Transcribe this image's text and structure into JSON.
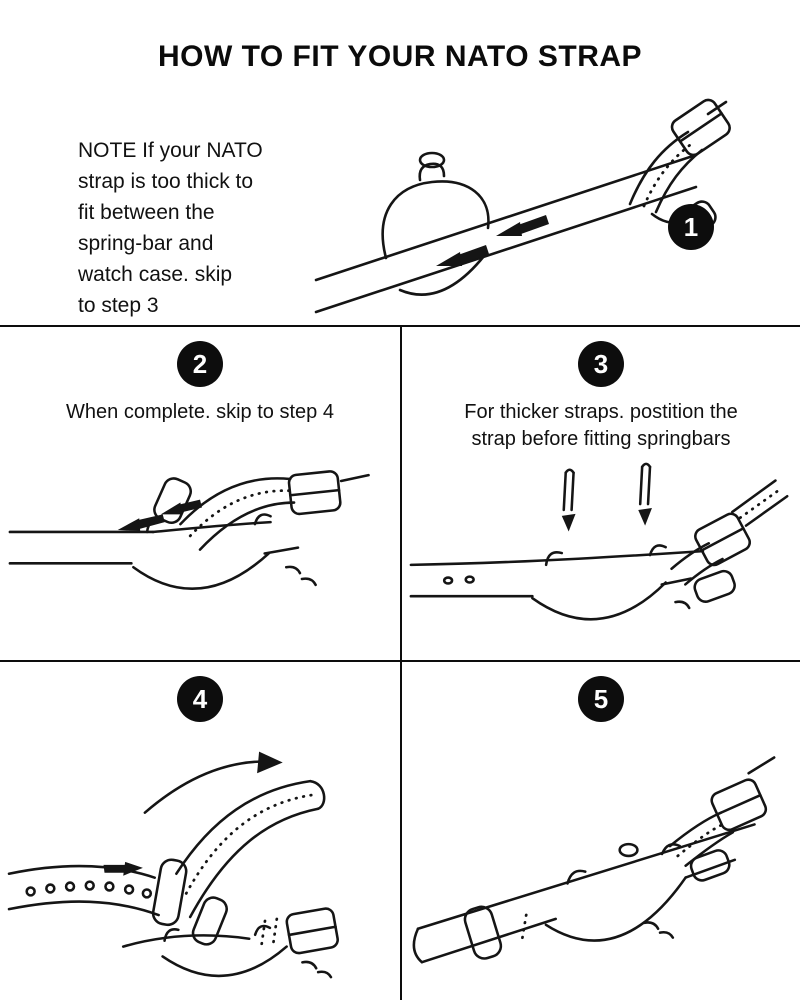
{
  "title": "HOW TO FIT YOUR NATO STRAP",
  "note": "NOTE If your NATO\nstrap is too thick to\nfit between the\nspring-bar and\nwatch case. skip\nto step 3",
  "steps": [
    {
      "number": "1",
      "caption": ""
    },
    {
      "number": "2",
      "caption": "When complete. skip to step 4"
    },
    {
      "number": "3",
      "caption": "For thicker straps. postition the\nstrap before fitting springbars"
    },
    {
      "number": "4",
      "caption": ""
    },
    {
      "number": "5",
      "caption": ""
    }
  ],
  "colors": {
    "ink": "#111111",
    "background": "#ffffff"
  }
}
